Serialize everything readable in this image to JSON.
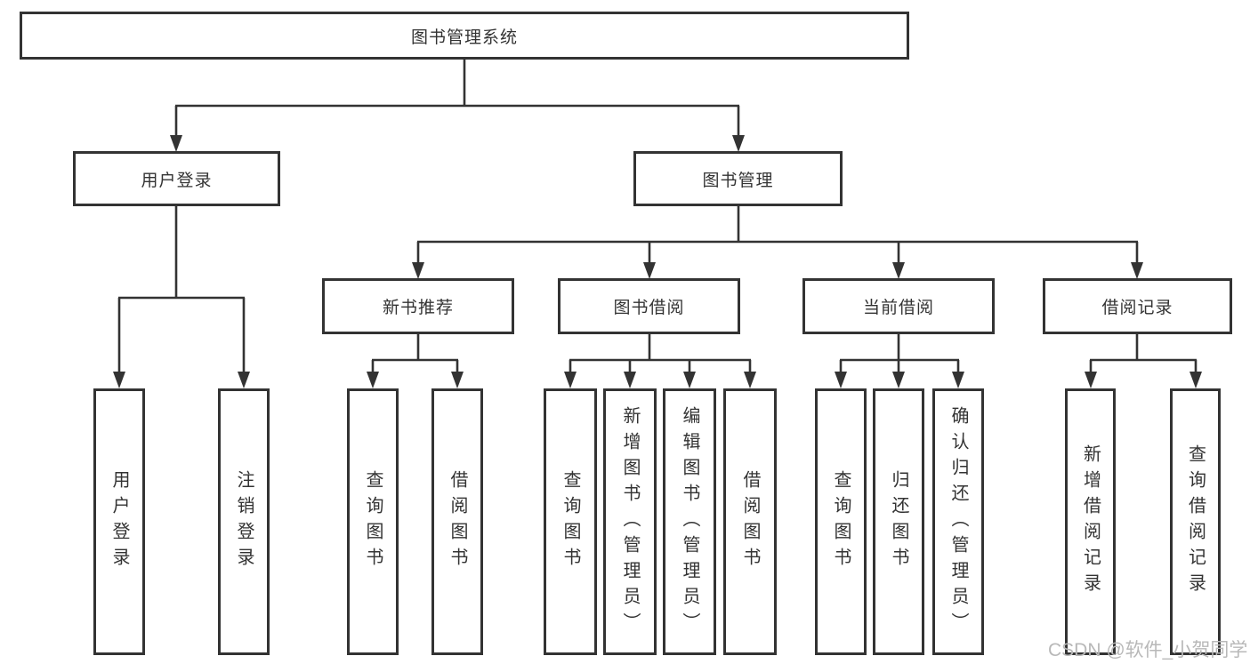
{
  "diagram": {
    "root": {
      "label": "图书管理系统"
    },
    "user_login": {
      "label": "用户登录",
      "children": [
        {
          "label": "用户登录"
        },
        {
          "label": "注销登录"
        }
      ]
    },
    "book_management": {
      "label": "图书管理",
      "groups": [
        {
          "label": "新书推荐",
          "children": [
            {
              "label": "查询图书"
            },
            {
              "label": "借阅图书"
            }
          ]
        },
        {
          "label": "图书借阅",
          "children": [
            {
              "label": "查询图书"
            },
            {
              "label": "新增图书（管理员）"
            },
            {
              "label": "编辑图书（管理员）"
            },
            {
              "label": "借阅图书"
            }
          ]
        },
        {
          "label": "当前借阅",
          "children": [
            {
              "label": "查询图书"
            },
            {
              "label": "归还图书"
            },
            {
              "label": "确认归还（管理员）"
            }
          ]
        },
        {
          "label": "借阅记录",
          "children": [
            {
              "label": "新增借阅记录"
            },
            {
              "label": "查询借阅记录"
            }
          ]
        }
      ]
    }
  },
  "watermark": {
    "text": "CSDN @软件_小贺同学",
    "color": "#b8b8b8"
  },
  "colors": {
    "line": "#333333",
    "box_background": "#ffffff",
    "text": "#333333"
  }
}
